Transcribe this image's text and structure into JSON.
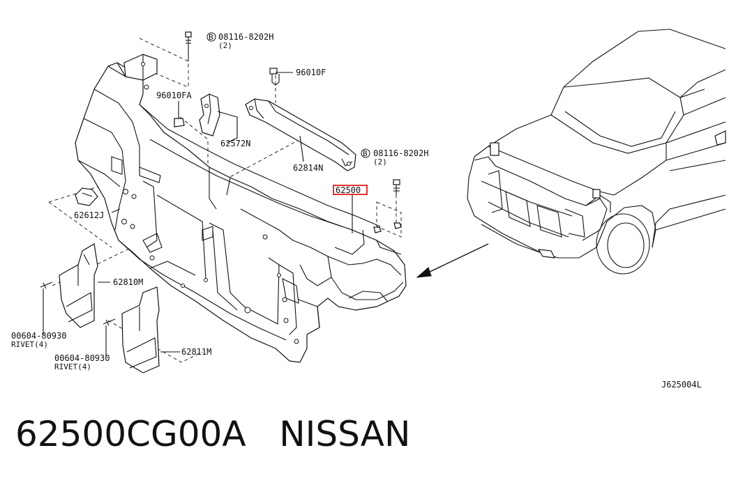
{
  "callouts": {
    "bolt_top": {
      "circle_letter": "B",
      "part": "08116-8202H",
      "qty": "(2)"
    },
    "clip_top": {
      "part": "96010F"
    },
    "clip_left": {
      "part": "96010FA"
    },
    "bracket": {
      "part": "62572N"
    },
    "upper_bar": {
      "part": "62814N"
    },
    "bolt_right": {
      "circle_letter": "B",
      "part": "08116-8202H",
      "qty": "(2)"
    },
    "main_part": {
      "part": "62500"
    },
    "seal": {
      "part": "62612J"
    },
    "guard_upper": {
      "part": "62810M"
    },
    "guard_lower": {
      "part": "62811M"
    },
    "rivet_upper": {
      "part": "00604-80930",
      "desc": "RIVET(4)"
    },
    "rivet_lower": {
      "part": "00604-80930",
      "desc": "RIVET(4)"
    }
  },
  "diagram_code": "J625004L",
  "caption": {
    "part_number": "62500CG00A",
    "brand": "NISSAN"
  },
  "colors": {
    "line": "#111111",
    "highlight": "#e00000",
    "background": "#ffffff"
  }
}
